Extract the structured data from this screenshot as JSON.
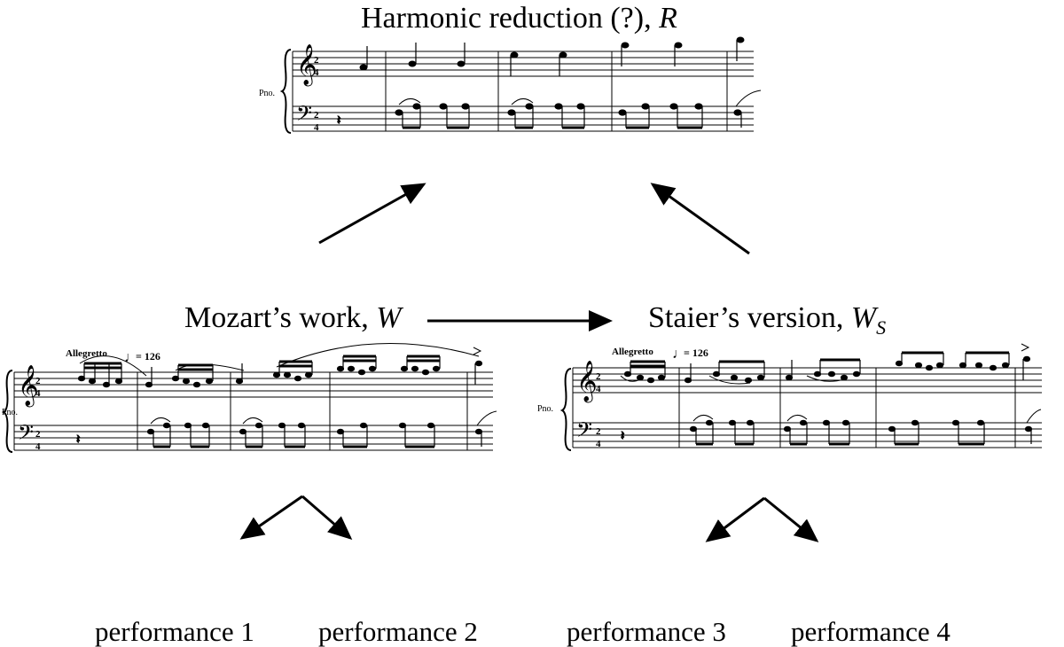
{
  "title": {
    "text": "Harmonic reduction (?), ",
    "symbol": "R"
  },
  "mozart": {
    "text": "Mozart’s work, ",
    "symbol": "W"
  },
  "staier": {
    "text": "Staier’s version, ",
    "symbol": "W",
    "sub": "S"
  },
  "score_text": {
    "instrument": "Pno.",
    "tempo": "Allegretto",
    "bpm": "= 126",
    "time_top": "2",
    "time_bottom": "4"
  },
  "performances": [
    "performance 1",
    "performance 2",
    "performance 3",
    "performance 4"
  ]
}
